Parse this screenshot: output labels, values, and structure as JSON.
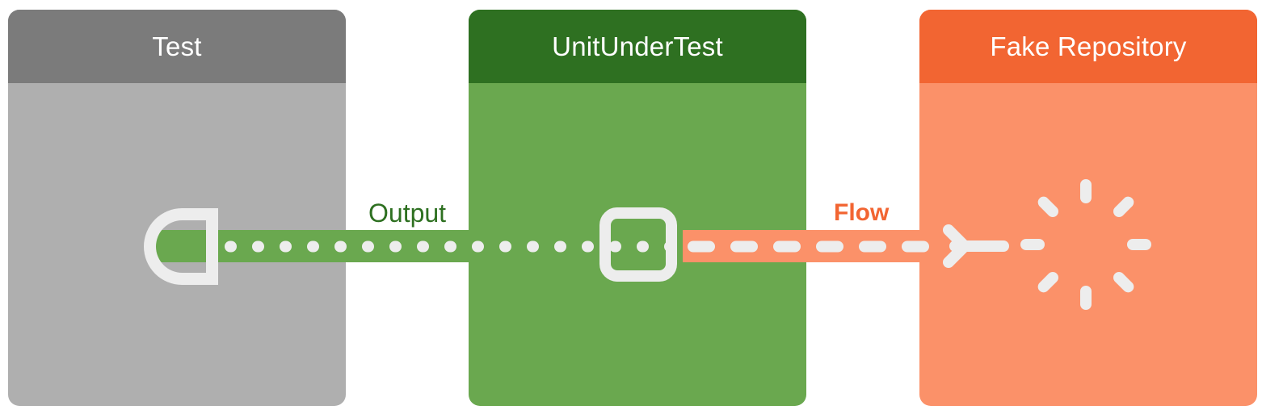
{
  "diagram": {
    "type": "sequence-collaboration",
    "background": "#ffffff",
    "participants": [
      {
        "id": "test",
        "title": "Test",
        "header_color": "#7B7B7B",
        "body_color": "#AFAFAF",
        "title_color": "#ffffff",
        "connector": "socket"
      },
      {
        "id": "unit-under-test",
        "title": "UnitUnderTest",
        "header_color": "#2E7021",
        "body_color": "#6AA84F",
        "title_color": "#ffffff",
        "connector": "port-square"
      },
      {
        "id": "fake-repository",
        "title": "Fake Repository",
        "header_color": "#F26532",
        "body_color": "#FB9169",
        "title_color": "#ffffff",
        "connector": "arrow-and-dashed-circle"
      }
    ],
    "edges": [
      {
        "id": "output",
        "label": "Output",
        "label_color": "#2E7021",
        "band_color": "#6AA84F",
        "dash_color": "#EDEDED",
        "dash_style": "dotted",
        "from": "unit-under-test",
        "to": "test"
      },
      {
        "id": "flow",
        "label": "Flow",
        "label_color": "#F26532",
        "band_color": "#FB9169",
        "dash_color": "#EDEDED",
        "dash_style": "dashed",
        "from": "fake-repository",
        "to": "unit-under-test"
      }
    ],
    "icons": {
      "socket": "socket-icon",
      "port": "port-square-icon",
      "arrow": "arrow-left-icon",
      "circle": "dashed-circle-icon"
    }
  }
}
